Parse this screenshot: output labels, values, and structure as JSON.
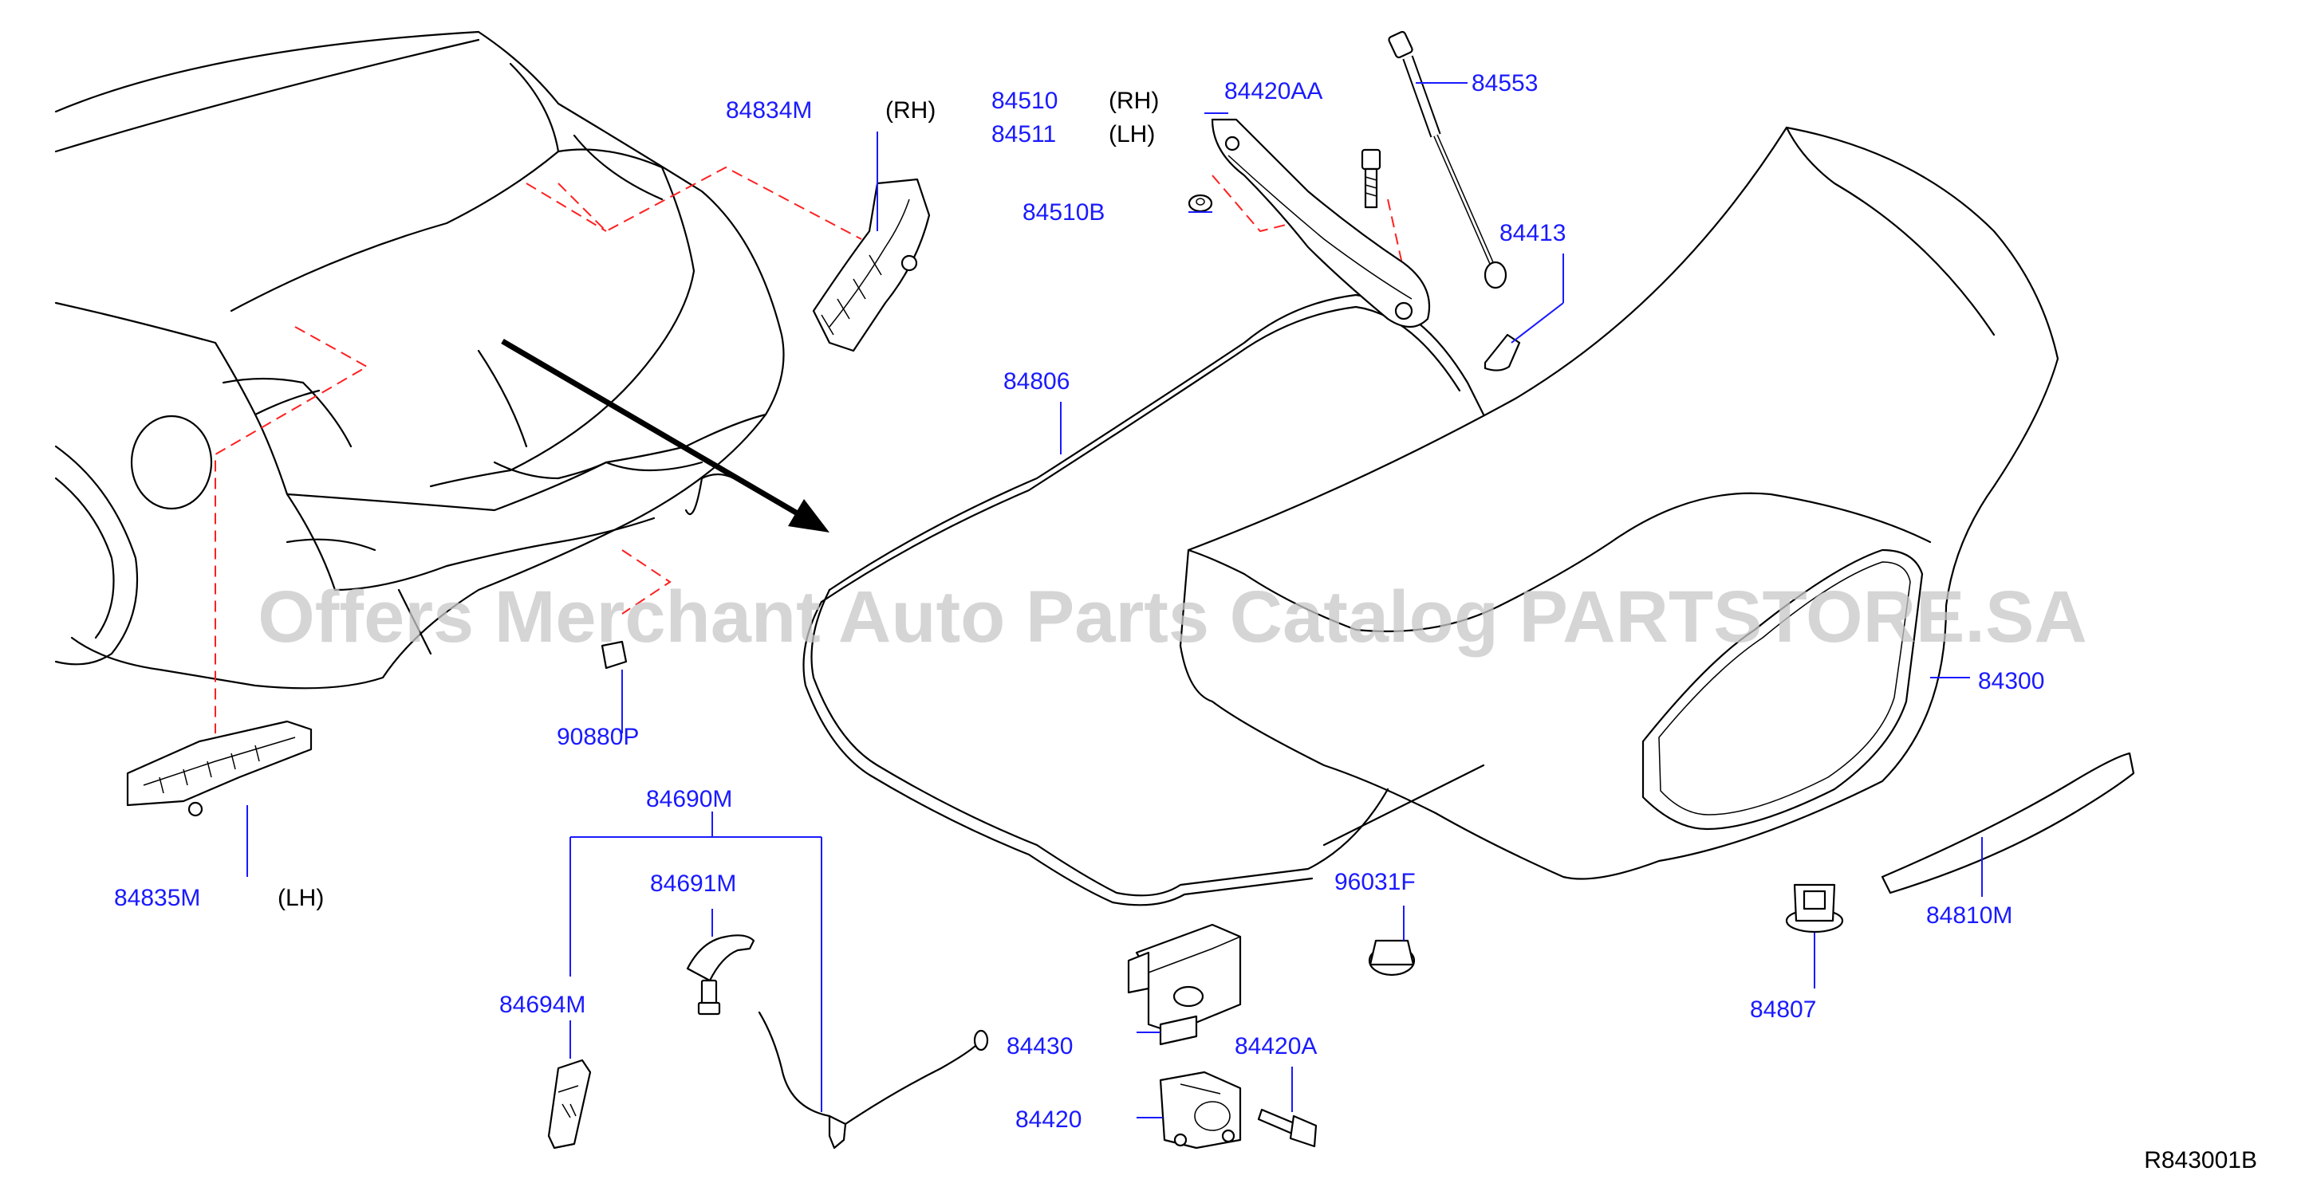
{
  "diagram": {
    "reference_code": "R843001B",
    "watermark": "Offers Merchant Auto Parts Catalog PARTSTORE.SA",
    "callouts": {
      "p84834M": "84834M",
      "p84834M_side": "(RH)",
      "p84510": "84510",
      "p84510_side": "(RH)",
      "p84511": "84511",
      "p84511_side": "(LH)",
      "p84420AA": "84420AA",
      "p84553": "84553",
      "p84510B": "84510B",
      "p84413": "84413",
      "p84806": "84806",
      "p84300": "84300",
      "p90880P": "90880P",
      "p84835M": "84835M",
      "p84835M_side": "(LH)",
      "p84690M": "84690M",
      "p84691M": "84691M",
      "p84694M": "84694M",
      "p96031F": "96031F",
      "p84810M": "84810M",
      "p84807": "84807",
      "p84430": "84430",
      "p84420A": "84420A",
      "p84420": "84420"
    },
    "colors": {
      "callout_text": "#1a1aff",
      "leader_line": "#1a1aff",
      "hidden_line": "#ff2020",
      "drawing": "#000000",
      "watermark": "#c8c8c8"
    }
  }
}
